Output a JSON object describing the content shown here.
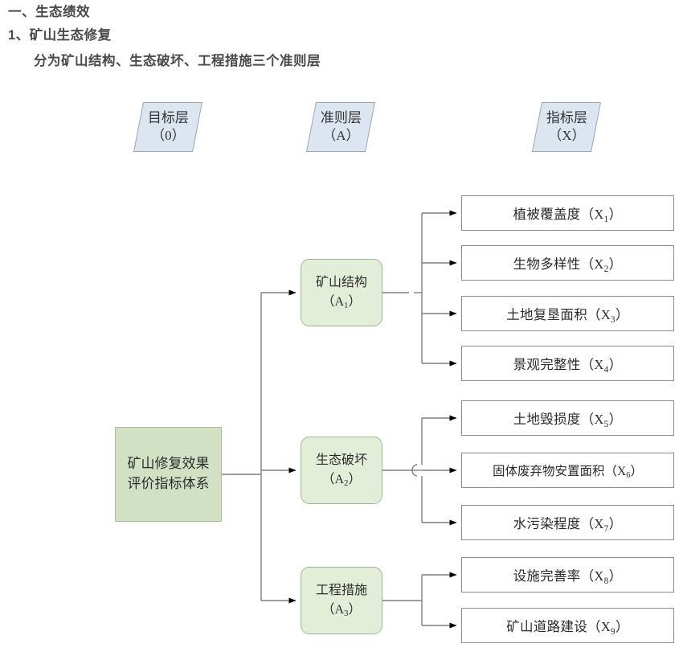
{
  "heading": {
    "line1": "一、生态绩效",
    "line2": "1、矿山生态修复",
    "line3": "分为矿山结构、生态破坏、工程措施三个准则层"
  },
  "diagram": {
    "layer_headers": [
      {
        "name": "goal-layer",
        "title": "目标层",
        "code": "（0）"
      },
      {
        "name": "criteria-layer",
        "title": "准则层",
        "code": "（A）"
      },
      {
        "name": "indicator-layer",
        "title": "指标层",
        "code": "（X）"
      }
    ],
    "goal_node": {
      "label": "矿山修复效果评价指标体系",
      "fill": "#d2e0c4",
      "stroke": "#a9bd97"
    },
    "criteria_nodes": [
      {
        "label": "矿山结构",
        "code": "（A",
        "sub": "1",
        "code_end": "）"
      },
      {
        "label": "生态破坏",
        "code": "（A",
        "sub": "2",
        "code_end": "）"
      },
      {
        "label": "工程措施",
        "code": "（A",
        "sub": "3",
        "code_end": "）"
      }
    ],
    "criteria_fill": "#e3eed9",
    "criteria_stroke": "#9fb691",
    "indicator_nodes": [
      {
        "label": "植被覆盖度",
        "code_open": "（X",
        "sub": "1",
        "code_close": "）",
        "parent": 0
      },
      {
        "label": "生物多样性",
        "code_open": "（X",
        "sub": "2",
        "code_close": "）",
        "parent": 0
      },
      {
        "label": "土地复垦面积",
        "code_open": "（X",
        "sub": "3",
        "code_close": "）",
        "parent": 0
      },
      {
        "label": "景观完整性",
        "code_open": "（X",
        "sub": "4",
        "code_close": "）",
        "parent": 0
      },
      {
        "label": "土地毁损度",
        "code_open": "（X",
        "sub": "5",
        "code_close": "）",
        "parent": 1
      },
      {
        "label": "固体废弃物安置面积",
        "code_open": "（X",
        "sub": "6",
        "code_close": "）",
        "parent": 1
      },
      {
        "label": "水污染程度",
        "code_open": "（X",
        "sub": "7",
        "code_close": "）",
        "parent": 1
      },
      {
        "label": "设施完善率",
        "code_open": "（X",
        "sub": "8",
        "code_close": "）",
        "parent": 2
      },
      {
        "label": "矿山道路建设",
        "code_open": "（X",
        "sub": "9",
        "code_close": "）",
        "parent": 2
      }
    ],
    "indicator_fill": "#ffffff",
    "indicator_stroke": "#8c8c8c",
    "layer_header_fill": "#dce6f1",
    "layer_header_stroke": "#9aa7b5",
    "connector_color": "#7f7f7f",
    "arrow_color": "#000000"
  }
}
